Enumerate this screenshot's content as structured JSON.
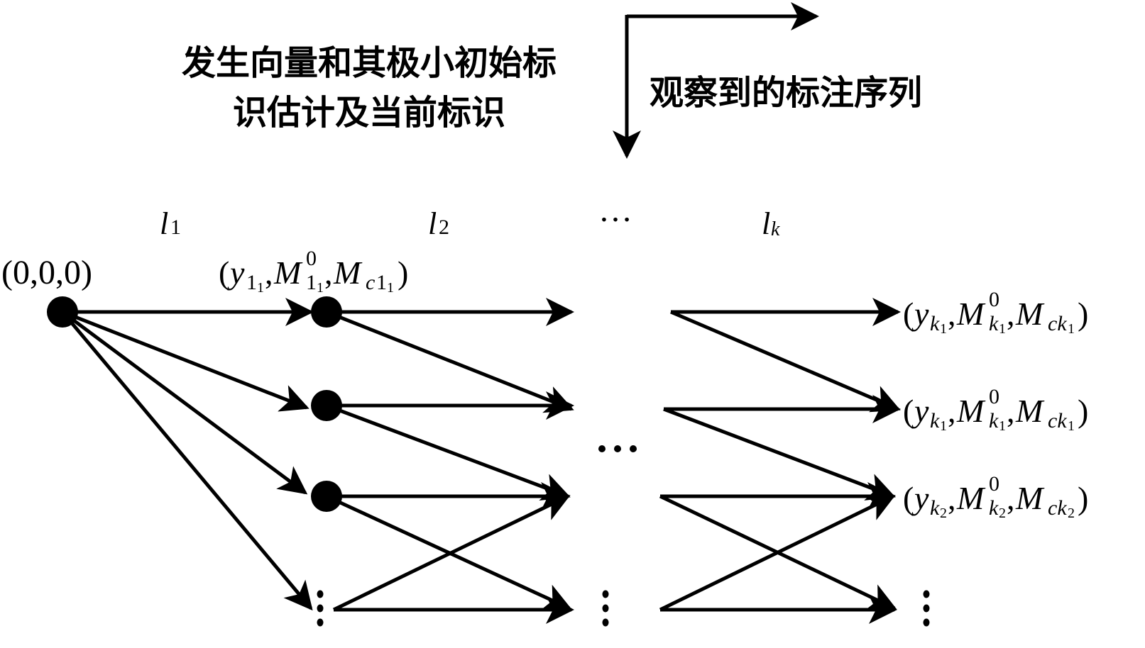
{
  "caption_left": {
    "line1": "发生向量和其极小初始标",
    "line2": "识估计及当前标识"
  },
  "caption_right": "观察到的标注序列",
  "stage_labels": [
    {
      "base": "l",
      "sub": "1"
    },
    {
      "base": "l",
      "sub": "2"
    },
    {
      "base": "…",
      "sub": ""
    },
    {
      "base": "l",
      "sub": "k"
    }
  ],
  "root_label": "(0,0,0)",
  "node_label_l1": {
    "y_sub": "1",
    "y_subsub": "1",
    "m_sup": "0",
    "m_sub": "1",
    "m_subsub": "1",
    "c_sub": "c1",
    "c_subsub": "1"
  },
  "right_labels": [
    {
      "y_sub": "k",
      "y_subsub": "1",
      "m_sup": "0",
      "m_sub": "k",
      "m_subsub": "1",
      "c_sub": "ck",
      "c_subsub": "1"
    },
    {
      "y_sub": "k",
      "y_subsub": "1",
      "m_sup": "0",
      "m_sub": "k",
      "m_subsub": "1",
      "c_sub": "ck",
      "c_subsub": "1"
    },
    {
      "y_sub": "k",
      "y_subsub": "2",
      "m_sup": "0",
      "m_sub": "k",
      "m_subsub": "2",
      "c_sub": "ck",
      "c_subsub": "2"
    }
  ],
  "ellipsis": "…",
  "colors": {
    "ink": "#000000",
    "background": "#ffffff"
  }
}
